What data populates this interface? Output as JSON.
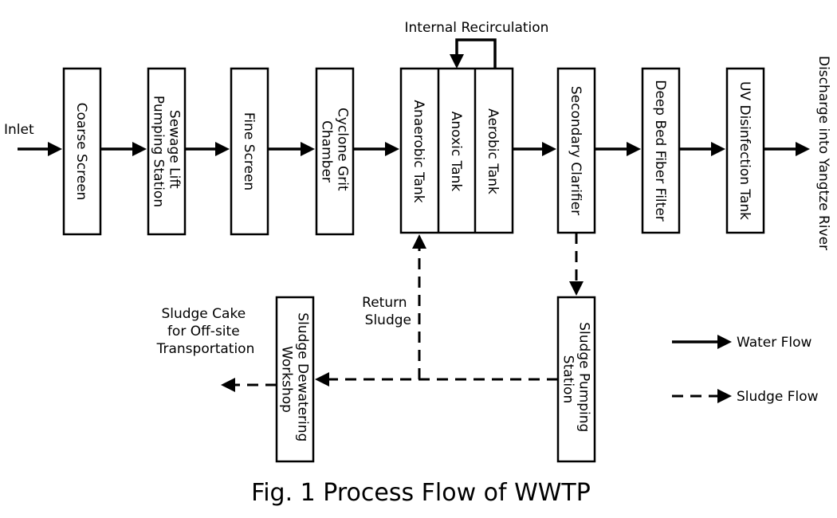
{
  "labels": {
    "inlet": "Inlet",
    "internal_recirculation": "Internal Recirculation",
    "discharge": "Discharge into Yangtze River",
    "return_sludge": [
      "Return",
      "Sludge"
    ],
    "sludge_cake": [
      "Sludge Cake",
      "for Off-site",
      "Transportation"
    ]
  },
  "units": {
    "coarse_screen": [
      "Coarse Screen"
    ],
    "sewage_lift": [
      "Sewage Lift",
      "Pumping Station"
    ],
    "fine_screen": [
      "Fine Screen"
    ],
    "cyclone_grit": [
      "Cyclone Grit",
      "Chamber"
    ],
    "anaerobic_tank": [
      "Anaerobic Tank"
    ],
    "anoxic_tank": [
      "Anoxic Tank"
    ],
    "aerobic_tank": [
      "Aerobic Tank"
    ],
    "secondary_clarifier": [
      "Secondary Clarifier"
    ],
    "deep_bed_filter": [
      "Deep Bed Fiber Filter"
    ],
    "uv_disinfection": [
      "UV Disinfection Tank"
    ],
    "sludge_pumping": [
      "Sludge Pumping",
      "Station"
    ],
    "sludge_dewatering": [
      "Sludge Dewatering",
      "Workshop"
    ]
  },
  "legend": {
    "water_flow": "Water Flow",
    "sludge_flow": "Sludge Flow"
  },
  "caption": "Fig. 1 Process Flow of WWTP"
}
